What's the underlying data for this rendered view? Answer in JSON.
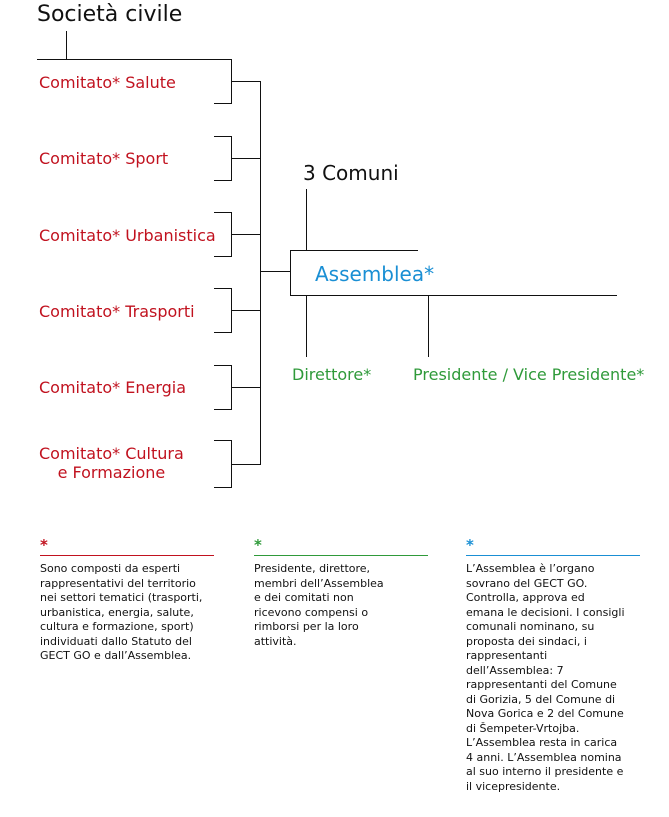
{
  "colors": {
    "committee_red": "#c1121f",
    "assembly_blue": "#1a8fd4",
    "role_green": "#2f9a3a",
    "line_black": "#111111"
  },
  "title": "Società civile",
  "committees": [
    "Comitato* Salute",
    "Comitato* Sport",
    "Comitato* Urbanistica",
    "Comitato* Trasporti",
    "Comitato* Energia"
  ],
  "committee_last": {
    "line1": "Comitato* Cultura",
    "line2": "e Formazione"
  },
  "comuni": "3 Comuni",
  "assemblea": "Assemblea*",
  "direttore": "Direttore*",
  "presidente": "Presidente / Vice Presidente*",
  "notes": {
    "red": {
      "star": "*",
      "text": "Sono composti da esperti rappresentativi del territorio nei settori tematici (trasporti, urbanistica, energia, salute, cultura e formazione, sport) individuati dallo Statuto del GECT GO e dall’Assemblea."
    },
    "green": {
      "star": "*",
      "text": "Presidente, direttore, membri dell’Assemblea e dei comitati non ricevono compensi o rimborsi per la loro attività."
    },
    "blue": {
      "star": "*",
      "text": "L’Assemblea è l’organo sovrano del GECT GO. Controlla, approva ed emana le decisioni. I consigli comunali nominano, su proposta dei sindaci, i rappresentanti dell’Assemblea: 7 rappresentanti del Comune di Gorizia, 5 del Comune di Nova Gorica e 2 del Comune di Šempeter-Vrtojba. L’Assemblea resta in carica 4 anni. L’Assemblea nomina al suo interno il presidente e il vicepresidente."
    }
  }
}
